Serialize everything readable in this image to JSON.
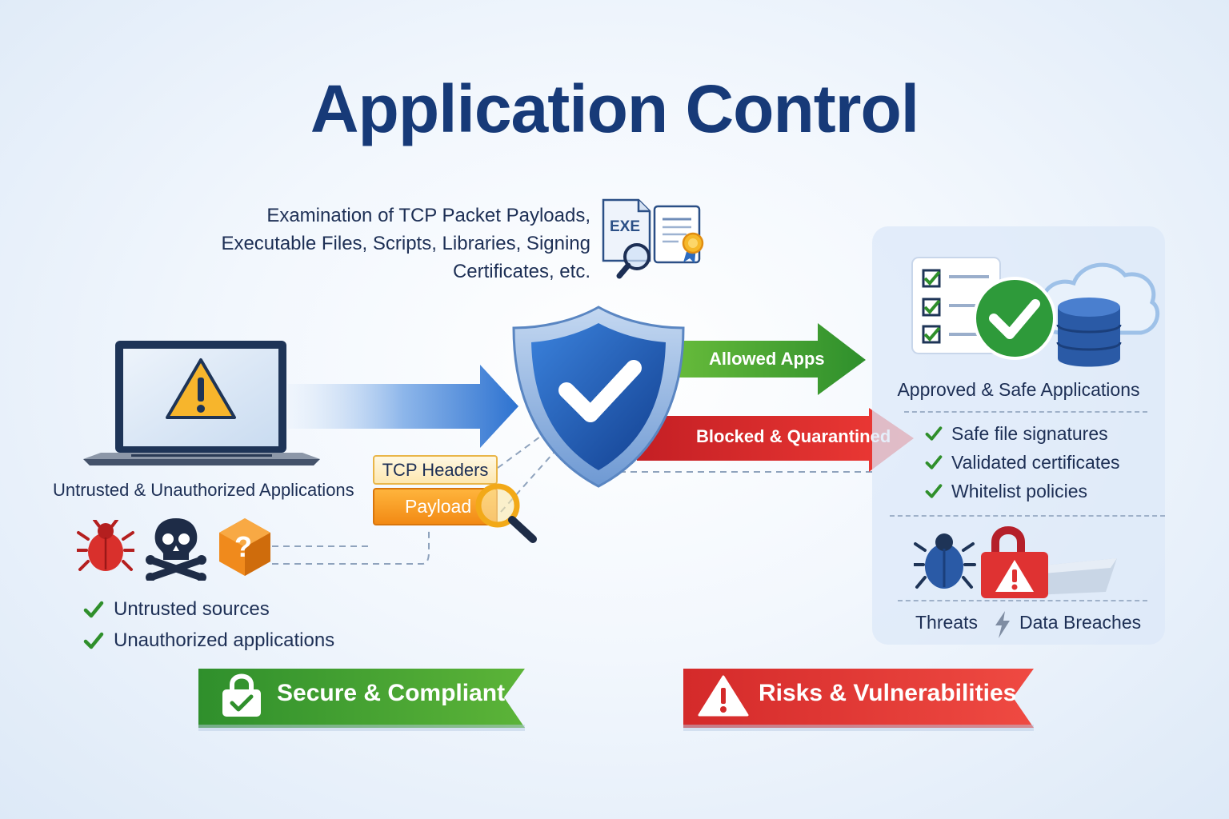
{
  "title": "Application Control",
  "examination": {
    "lines": [
      "Examination of TCP Packet Payloads,",
      "Executable Files, Scripts, Libraries, Signing",
      "Certificates, etc."
    ],
    "file_icon_text": "EXE"
  },
  "left": {
    "label": "Untrusted & Unauthorized Applications",
    "checks": [
      "Untrusted sources",
      "Unauthorized applications"
    ]
  },
  "inspection": {
    "header_label": "TCP Headers",
    "payload_label": "Payload"
  },
  "arrows": {
    "allowed": "Allowed Apps",
    "blocked": "Blocked & Quarantined"
  },
  "right": {
    "approved_label": "Approved & Safe Applications",
    "checks": [
      "Safe file signatures",
      "Validated certificates",
      "Whitelist policies"
    ],
    "threats_label": "Threats",
    "breaches_label": "Data Breaches"
  },
  "ribbons": {
    "secure": "Secure & Compliant",
    "risks": "Risks & Vulnerabilities"
  },
  "colors": {
    "title": "#173a78",
    "green": "#3a9a2c",
    "red": "#df3232",
    "blue": "#1f5fb8",
    "orange": "#f28a14"
  }
}
